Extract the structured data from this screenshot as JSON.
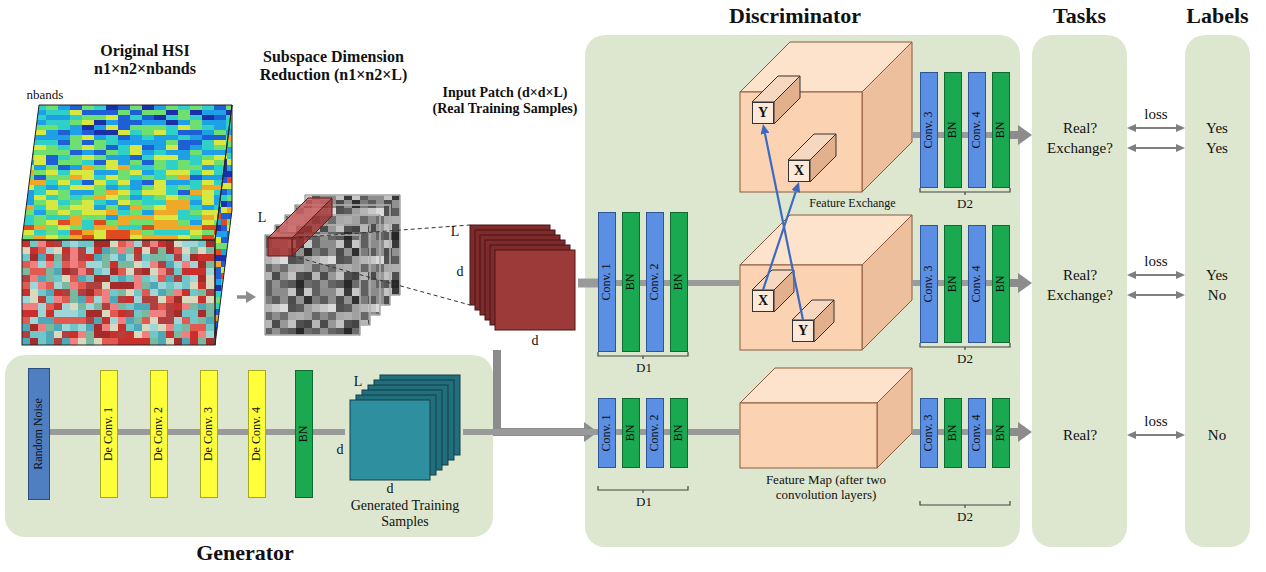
{
  "diagram": {
    "nodes": [
      {
        "text": [
          "Original HSI n1×n2×nbands"
        ]
      },
      {
        "text": [
          "Subspace Dimension Reduction (n1×n2×L)"
        ]
      },
      {
        "text": [
          "Input Patch (d×d×L) (Real Training Samples)"
        ]
      },
      {
        "text": [
          "Generator"
        ]
      },
      {
        "text": [
          "Random Noise"
        ],
        "in": 3
      },
      {
        "text": [
          "De Conv. 1"
        ],
        "in": 3
      },
      {
        "text": [
          "De Conv. 2"
        ],
        "in": 3
      },
      {
        "text": [
          "De Conv. 3"
        ],
        "in": 3
      },
      {
        "text": [
          "De Conv. 4"
        ],
        "in": 3
      },
      {
        "text": [
          "BN"
        ],
        "in": 3
      },
      {
        "text": [
          "Generated Training Samples"
        ],
        "in": 3
      },
      {
        "text": [
          "Discriminator"
        ]
      },
      {
        "text": [
          "Feature Exchange"
        ],
        "in": 11
      },
      {
        "text": [
          "Y"
        ],
        "in": 12
      },
      {
        "text": [
          "X"
        ],
        "in": 12
      },
      {
        "text": [
          "Conv. 3"
        ],
        "in": 11
      },
      {
        "text": [
          "BN"
        ],
        "in": 11
      },
      {
        "text": [
          "Conv. 4"
        ],
        "in": 11
      },
      {
        "text": [
          "BN"
        ],
        "in": 11
      },
      {
        "text": [
          "Conv. 1"
        ],
        "in": 11
      },
      {
        "text": [
          "BN"
        ],
        "in": 11
      },
      {
        "text": [
          "Conv. 2"
        ],
        "in": 11
      },
      {
        "text": [
          "BN"
        ],
        "in": 11
      },
      {
        "text": [],
        "in": 11
      },
      {
        "text": [
          "X"
        ],
        "in": 23
      },
      {
        "text": [
          "Y"
        ],
        "in": 23
      },
      {
        "text": [
          "Conv. 3"
        ],
        "in": 11
      },
      {
        "text": [
          "BN"
        ],
        "in": 11
      },
      {
        "text": [
          "Conv. 4"
        ],
        "in": 11
      },
      {
        "text": [
          "BN"
        ],
        "in": 11
      },
      {
        "text": [
          "Conv. 1"
        ],
        "in": 11
      },
      {
        "text": [
          "BN"
        ],
        "in": 11
      },
      {
        "text": [
          "Conv. 2"
        ],
        "in": 11
      },
      {
        "text": [
          "BN"
        ],
        "in": 11
      },
      {
        "text": [
          "Feature Map (after two convolution layers)"
        ],
        "in": 11
      },
      {
        "text": [
          "Conv. 3"
        ],
        "in": 11
      },
      {
        "text": [
          "BN"
        ],
        "in": 11
      },
      {
        "text": [
          "Conv. 4"
        ],
        "in": 11
      },
      {
        "text": [
          "BN"
        ],
        "in": 11
      },
      {
        "text": [
          "Tasks"
        ]
      },
      {
        "text": [
          "Labels"
        ]
      }
    ],
    "edges": [
      {
        "from": 0,
        "to": 1,
        "arrow": "to"
      },
      {
        "from": 2,
        "to": 19,
        "arrow": "none"
      },
      {
        "from": 2,
        "to": 30,
        "arrow": "to"
      },
      {
        "from": 10,
        "to": 30,
        "arrow": "none"
      },
      {
        "from": 4,
        "to": 5,
        "arrow": "none"
      },
      {
        "from": 5,
        "to": 6,
        "arrow": "none"
      },
      {
        "from": 6,
        "to": 7,
        "arrow": "none"
      },
      {
        "from": 7,
        "to": 8,
        "arrow": "none"
      },
      {
        "from": 8,
        "to": 9,
        "arrow": "none"
      },
      {
        "from": 9,
        "to": 10,
        "arrow": "none"
      },
      {
        "from": 12,
        "to": 15,
        "arrow": "none"
      },
      {
        "from": 15,
        "to": 16,
        "arrow": "none"
      },
      {
        "from": 16,
        "to": 17,
        "arrow": "none"
      },
      {
        "from": 17,
        "to": 18,
        "arrow": "none"
      },
      {
        "from": 19,
        "to": 20,
        "arrow": "none"
      },
      {
        "from": 20,
        "to": 21,
        "arrow": "none"
      },
      {
        "from": 21,
        "to": 22,
        "arrow": "none"
      },
      {
        "from": 22,
        "to": 23,
        "arrow": "none"
      },
      {
        "from": 23,
        "to": 26,
        "arrow": "none"
      },
      {
        "from": 26,
        "to": 27,
        "arrow": "none"
      },
      {
        "from": 27,
        "to": 28,
        "arrow": "none"
      },
      {
        "from": 28,
        "to": 29,
        "arrow": "none"
      },
      {
        "from": 30,
        "to": 31,
        "arrow": "none"
      },
      {
        "from": 31,
        "to": 32,
        "arrow": "none"
      },
      {
        "from": 32,
        "to": 33,
        "arrow": "none"
      },
      {
        "from": 33,
        "to": 34,
        "arrow": "none"
      },
      {
        "from": 34,
        "to": 35,
        "arrow": "none"
      },
      {
        "from": 35,
        "to": 36,
        "arrow": "none"
      },
      {
        "from": 36,
        "to": 37,
        "arrow": "none"
      },
      {
        "from": 37,
        "to": 38,
        "arrow": "none"
      },
      {
        "from": 18,
        "to": 39,
        "arrow": "to"
      },
      {
        "from": 29,
        "to": 39,
        "arrow": "to"
      },
      {
        "from": 38,
        "to": 39,
        "arrow": "to"
      },
      {
        "from": 24,
        "to": 14,
        "arrow": "to"
      },
      {
        "from": 25,
        "to": 13,
        "arrow": "to"
      },
      {
        "from": 39,
        "to": 40,
        "arrow": "both",
        "label": "loss"
      },
      {
        "from": 39,
        "to": 40,
        "arrow": "both"
      },
      {
        "from": 39,
        "to": 40,
        "arrow": "both",
        "label": "loss"
      },
      {
        "from": 39,
        "to": 40,
        "arrow": "both"
      },
      {
        "from": 39,
        "to": 40,
        "arrow": "both",
        "label": "loss"
      }
    ],
    "labels": [
      "nbands",
      "L",
      "L",
      "d",
      "d",
      "L",
      "d",
      "d",
      "D2",
      "D1",
      "D2",
      "D1",
      "D2",
      "Real?",
      "Exchange?",
      "Real?",
      "Exchange?",
      "Real?",
      "Yes",
      "Yes",
      "Yes",
      "No",
      "No"
    ]
  }
}
